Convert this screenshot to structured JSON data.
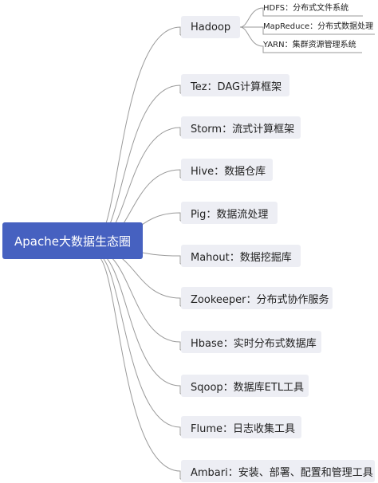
{
  "root": {
    "label": "Apache大数据生态圈"
  },
  "branches": [
    {
      "label": "Hadoop"
    },
    {
      "label": "Tez：DAG计算框架"
    },
    {
      "label": "Storm：流式计算框架"
    },
    {
      "label": "Hive：数据仓库"
    },
    {
      "label": "Pig：数据流处理"
    },
    {
      "label": "Mahout：数据挖掘库"
    },
    {
      "label": "Zookeeper：分布式协作服务"
    },
    {
      "label": "Hbase：实时分布式数据库"
    },
    {
      "label": "Sqoop：数据库ETL工具"
    },
    {
      "label": "Flume：日志收集工具"
    },
    {
      "label": "Ambari：安装、部署、配置和管理工具"
    }
  ],
  "hadoop_children": [
    {
      "label": "HDFS：分布式文件系统"
    },
    {
      "label": "MapReduce：分布式数据处理"
    },
    {
      "label": "YARN：集群资源管理系统"
    }
  ],
  "colors": {
    "root_fill": "#4661c0",
    "node_fill": "#edeef4",
    "connector": "#9a9a9a"
  }
}
